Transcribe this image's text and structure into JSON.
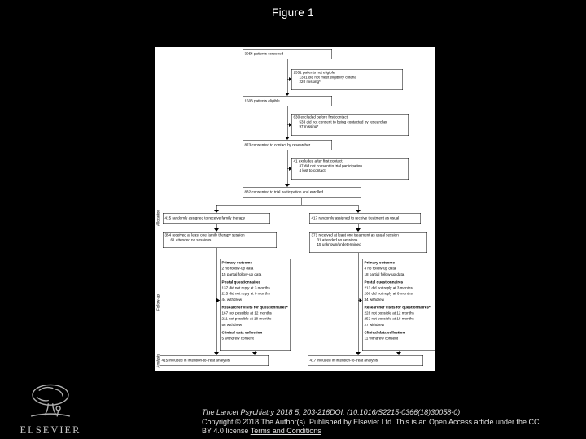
{
  "slide": {
    "title": "Figure 1"
  },
  "colors": {
    "background": "#000000",
    "panel": "#ffffff",
    "ink": "#000000",
    "footer_text": "#e2e2e2"
  },
  "flow": {
    "stages": [
      "Allocation",
      "Follow-up",
      "Analysis"
    ],
    "screened": "3054 patients screened",
    "not_eligible": [
      "1551 patients not eligible",
      {
        "text": "1331 did not meet eligibility criteria",
        "indent": true
      },
      {
        "text": "220 missing*",
        "indent": true
      }
    ],
    "eligible": "1503 patients eligible",
    "excluded_before": [
      "630 excluded before first contact",
      {
        "text": "533 did not consent to being contacted by researcher",
        "indent": true
      },
      {
        "text": "97 missing*",
        "indent": true
      }
    ],
    "consented_contact": "873 consented to contact by researcher",
    "excluded_after": [
      "41 excluded after first contact:",
      {
        "text": "37 did not consent to trial participation",
        "indent": true
      },
      {
        "text": "4 lost to contact",
        "indent": true
      }
    ],
    "enrolled": "832 consented to trial participation and enrolled",
    "ft_assigned": "415 randomly assigned to receive family therapy",
    "tau_assigned": "417 randomly assigned to receive treatment as usual",
    "ft_received": [
      "354 received at least one family therapy session",
      {
        "text": "61 attended no sessions",
        "indent": true
      }
    ],
    "tau_received": [
      "371 received at least one treatment as usual session",
      {
        "text": "31 attended no sessions",
        "indent": true
      },
      {
        "text": "15 unknown/undetermined",
        "indent": true
      }
    ],
    "ft_followup": [
      {
        "text": "Primary outcome",
        "bold": true
      },
      "2 no follow-up data",
      "15 partial follow-up data",
      "",
      {
        "text": "Postal questionnaires",
        "bold": true
      },
      "137 did not reply at 3 months",
      "215 did not reply at 6 months",
      "44 withdrew",
      "",
      {
        "text": "Researcher visits for questionnaires*",
        "bold": true
      },
      "167 not possible at 12 months",
      "211 not possible at 18 months",
      "56 withdrew",
      "",
      {
        "text": "Clinical data collection",
        "bold": true
      },
      "5 withdrew consent"
    ],
    "tau_followup": [
      {
        "text": "Primary outcome",
        "bold": true
      },
      "4 no follow-up data",
      "18 partial follow-up data",
      "",
      {
        "text": "Postal questionnaires",
        "bold": true
      },
      "213 did not reply at 3 months",
      "268 did not reply at 6 months",
      "34 withdrew",
      "",
      {
        "text": "Researcher visits for questionnaires*",
        "bold": true
      },
      "228 not possible at 12 months",
      "252 not possible at 18 months",
      "27 withdrew",
      "",
      {
        "text": "Clinical data collection",
        "bold": true
      },
      "11 withdrew consent"
    ],
    "ft_itt": "415 included in intention-to-treat analysis",
    "tau_itt": "417 included in intention-to-treat analysis"
  },
  "footer": {
    "citation_line1": "The Lancet Psychiatry 2018 5, 203-216DOI: (10.1016/S2215-0366(18)30058-0)",
    "citation_line2": "Copyright © 2018 The Author(s). Published by Elsevier Ltd. This is an Open Access article under the CC",
    "citation_line3_prefix": "BY 4.0 license ",
    "terms_link": "Terms and Conditions",
    "publisher": "ELSEVIER"
  }
}
